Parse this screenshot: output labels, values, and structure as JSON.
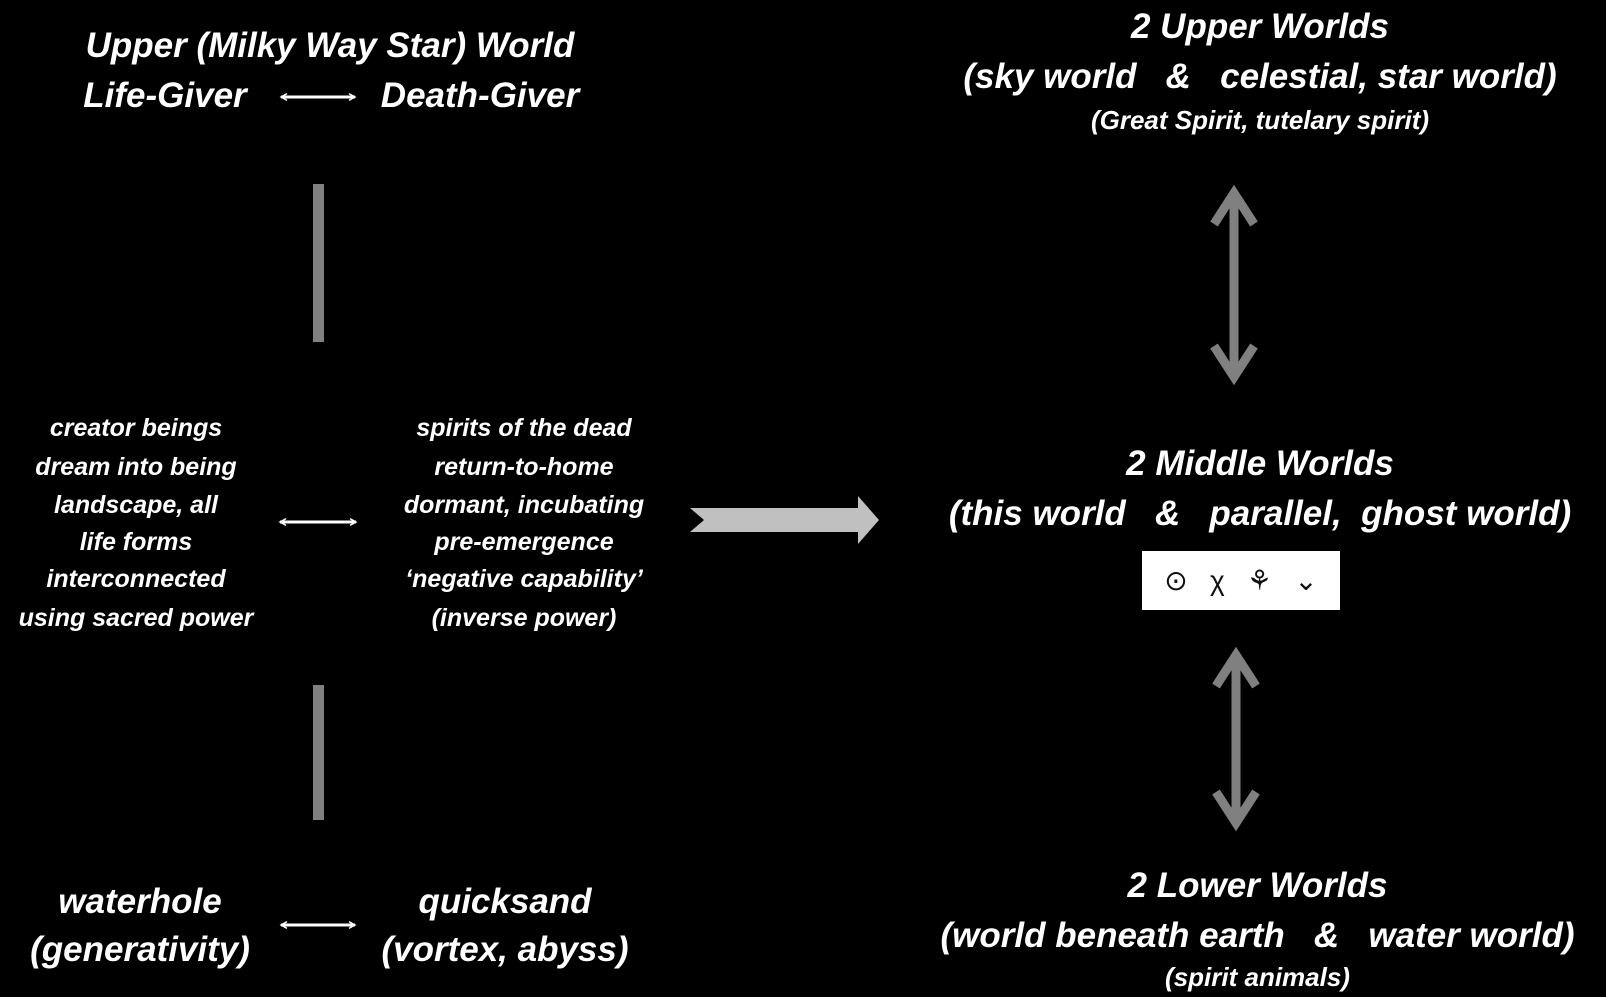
{
  "left": {
    "upper_title": "Upper (Milky Way Star) World",
    "life_giver": "Life-Giver",
    "death_giver": "Death-Giver",
    "creator_lines": [
      "creator beings",
      "dream into being",
      "landscape, all",
      "life forms",
      "interconnected",
      "using sacred power"
    ],
    "spirits_lines": [
      "spirits of the dead",
      "return-to-home",
      "dormant, incubating",
      "pre-emergence",
      "‘negative capability’",
      "(inverse power)"
    ],
    "waterhole": "waterhole",
    "waterhole_sub": "(generativity)",
    "quicksand": "quicksand",
    "quicksand_sub": "(vortex, abyss)"
  },
  "right": {
    "upper": {
      "title": "2 Upper Worlds",
      "sub": "(sky world   &   celestial, star world)",
      "note": "(Great Spirit, tutelary spirit)"
    },
    "middle": {
      "title": "2 Middle Worlds",
      "sub": "(this world   &   parallel,  ghost world)"
    },
    "lower": {
      "title": "2 Lower Worlds",
      "sub": "(world beneath earth   &   water world)",
      "note": "(spirit animals)"
    }
  },
  "symbols": [
    {
      "name": "circle-dot-icon",
      "glyph": "⊙"
    },
    {
      "name": "cross-figure-icon",
      "glyph": "χ"
    },
    {
      "name": "tree-figure-icon",
      "glyph": "⚘"
    },
    {
      "name": "chevron-down-icon",
      "glyph": "⌄"
    }
  ],
  "colors": {
    "background": "#000000",
    "text": "#ffffff",
    "connector": "#808080",
    "big_arrow": "#c0c0c0"
  }
}
